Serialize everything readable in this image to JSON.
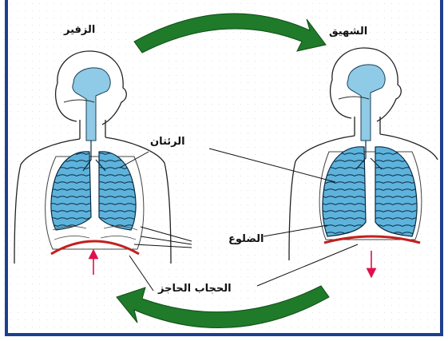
{
  "labels": {
    "exhale": "الزفير",
    "inhale": "الشهيق",
    "lungs": "الرئتان",
    "ribs": "الضلوع",
    "diaphragm": "الحجاب الحاجز"
  },
  "colors": {
    "border": "#1d3f8f",
    "arrow_green": "#1f7a2a",
    "lung_fill": "#5eb3dc",
    "airway_fill": "#8fcbe6",
    "diaphragm_red": "#c0201e",
    "motion_arrow_pink": "#e0104c"
  }
}
